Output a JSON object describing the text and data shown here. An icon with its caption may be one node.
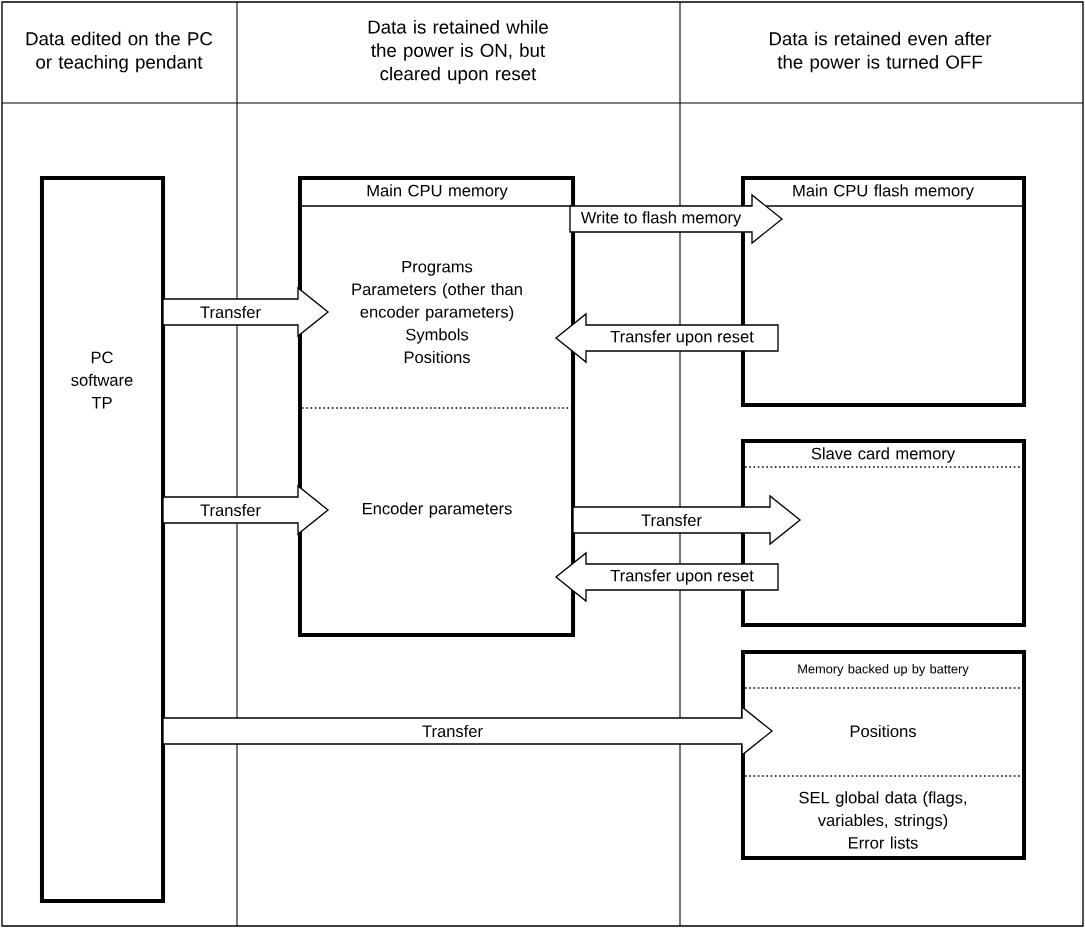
{
  "diagram": {
    "nodes": [
      {
        "text": [
          "PC software",
          "TP"
        ]
      },
      {
        "text": [
          "Main CPU memory",
          "Programs",
          "Parameters (other than encoder parameters)",
          "Symbols",
          "Positions",
          "Encoder parameters"
        ]
      },
      {
        "text": [
          "Main CPU flash memory"
        ]
      },
      {
        "text": [
          "Slave card memory"
        ]
      },
      {
        "text": [
          "Memory backed up by battery",
          "Positions",
          "SEL global data (flags, variables, strings)",
          "Error lists"
        ]
      }
    ],
    "edges": [
      {
        "from": 0,
        "to": 1,
        "arrow": "to",
        "label": "Transfer"
      },
      {
        "from": 0,
        "to": 1,
        "arrow": "to",
        "label": "Transfer"
      },
      {
        "from": 1,
        "to": 2,
        "arrow": "to",
        "label": "Write to flash memory"
      },
      {
        "from": 2,
        "to": 1,
        "arrow": "to",
        "label": "Transfer upon reset"
      },
      {
        "from": 1,
        "to": 3,
        "arrow": "to",
        "label": "Transfer"
      },
      {
        "from": 3,
        "to": 1,
        "arrow": "to",
        "label": "Transfer upon reset"
      },
      {
        "from": 0,
        "to": 4,
        "arrow": "to",
        "label": "Transfer"
      }
    ],
    "labels": [
      "Data edited on the PC or teaching pendant",
      "Data is retained while the power is ON, but cleared upon reset",
      "Data is retained even after the power is turned OFF"
    ]
  }
}
